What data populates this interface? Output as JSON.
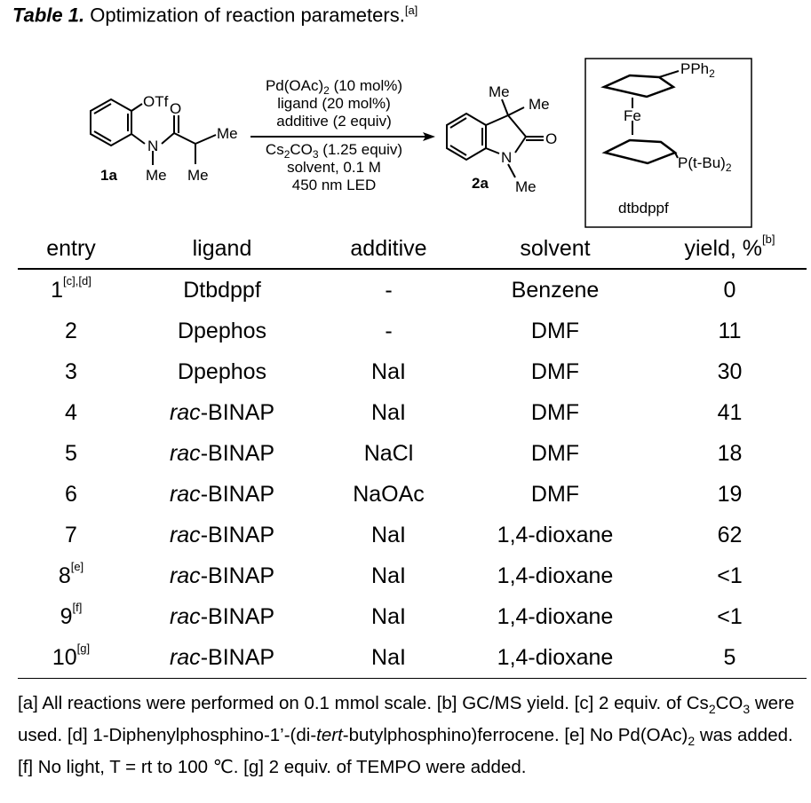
{
  "title": {
    "label": "Table 1.",
    "text": " Optimization of reaction parameters.",
    "sup": "[a]"
  },
  "scheme": {
    "sm_otf": "OTf",
    "sm_o": "O",
    "sm_n": "N",
    "sm_me_top": "Me",
    "sm_me_n": "Me",
    "sm_me_bottom": "Me",
    "sm_id": "1a",
    "cond_top": [
      "Pd(OAc)",
      "2",
      " (10 mol%)",
      "ligand (20 mol%)",
      "additive (2 equiv)"
    ],
    "cond_bottom": [
      "Cs",
      "2",
      "CO",
      "3",
      " (1.25 equiv)",
      "solvent, 0.1 M",
      "450 nm LED"
    ],
    "pd_me1": "Me",
    "pd_me2": "Me",
    "pd_o": "O",
    "pd_n": "N",
    "pd_me_n": "Me",
    "pd_id": "2a",
    "lig_pph2": "PPh",
    "lig_pph2_sub": "2",
    "lig_fe": "Fe",
    "lig_ptbu": "P(t-Bu)",
    "lig_ptbu_sub": "2",
    "lig_name": "dtbdppf"
  },
  "table": {
    "headers": {
      "entry": "entry",
      "ligand": "ligand",
      "additive": "additive",
      "solvent": "solvent",
      "yield": "yield, %",
      "yield_sup": "[b]"
    },
    "rows": [
      {
        "entry": "1",
        "sup": "[c],[d]",
        "ligand_it": "",
        "ligand": "Dtbdppf",
        "additive": "-",
        "solvent": "Benzene",
        "yield": "0"
      },
      {
        "entry": "2",
        "sup": "",
        "ligand_it": "",
        "ligand": "Dpephos",
        "additive": "-",
        "solvent": "DMF",
        "yield": "11"
      },
      {
        "entry": "3",
        "sup": "",
        "ligand_it": "",
        "ligand": "Dpephos",
        "additive": "NaI",
        "solvent": "DMF",
        "yield": "30"
      },
      {
        "entry": "4",
        "sup": "",
        "ligand_it": "rac",
        "ligand": "-BINAP",
        "additive": "NaI",
        "solvent": "DMF",
        "yield": "41"
      },
      {
        "entry": "5",
        "sup": "",
        "ligand_it": "rac",
        "ligand": "-BINAP",
        "additive": "NaCl",
        "solvent": "DMF",
        "yield": "18"
      },
      {
        "entry": "6",
        "sup": "",
        "ligand_it": "rac",
        "ligand": "-BINAP",
        "additive": "NaOAc",
        "solvent": "DMF",
        "yield": "19"
      },
      {
        "entry": "7",
        "sup": "",
        "ligand_it": "rac",
        "ligand": "-BINAP",
        "additive": "NaI",
        "solvent": "1,4-dioxane",
        "yield": "62"
      },
      {
        "entry": "8",
        "sup": "[e]",
        "ligand_it": "rac",
        "ligand": "-BINAP",
        "additive": "NaI",
        "solvent": "1,4-dioxane",
        "yield": "<1"
      },
      {
        "entry": "9",
        "sup": "[f]",
        "ligand_it": "rac",
        "ligand": "-BINAP",
        "additive": "NaI",
        "solvent": "1,4-dioxane",
        "yield": "<1"
      },
      {
        "entry": "10",
        "sup": "[g]",
        "ligand_it": "rac",
        "ligand": "-BINAP",
        "additive": "NaI",
        "solvent": "1,4-dioxane",
        "yield": "5"
      }
    ]
  },
  "notes": {
    "p1": "[a] All reactions were performed on 0.1 mmol scale. [b] GC/MS yield. [c] 2 equiv. of Cs",
    "p1_sub1": "2",
    "p1b": "CO",
    "p1_sub2": "3",
    "p2": " were used. [d] 1-Diphenylphosphino-1’-(di-",
    "p2_it": "tert",
    "p3": "-butylphosphino)ferrocene. [e] No Pd(OAc)",
    "p3_sub": "2",
    "p4": " was added. [f] No light, T = rt to 100 ℃. [g] 2 equiv. of TEMPO were added."
  }
}
